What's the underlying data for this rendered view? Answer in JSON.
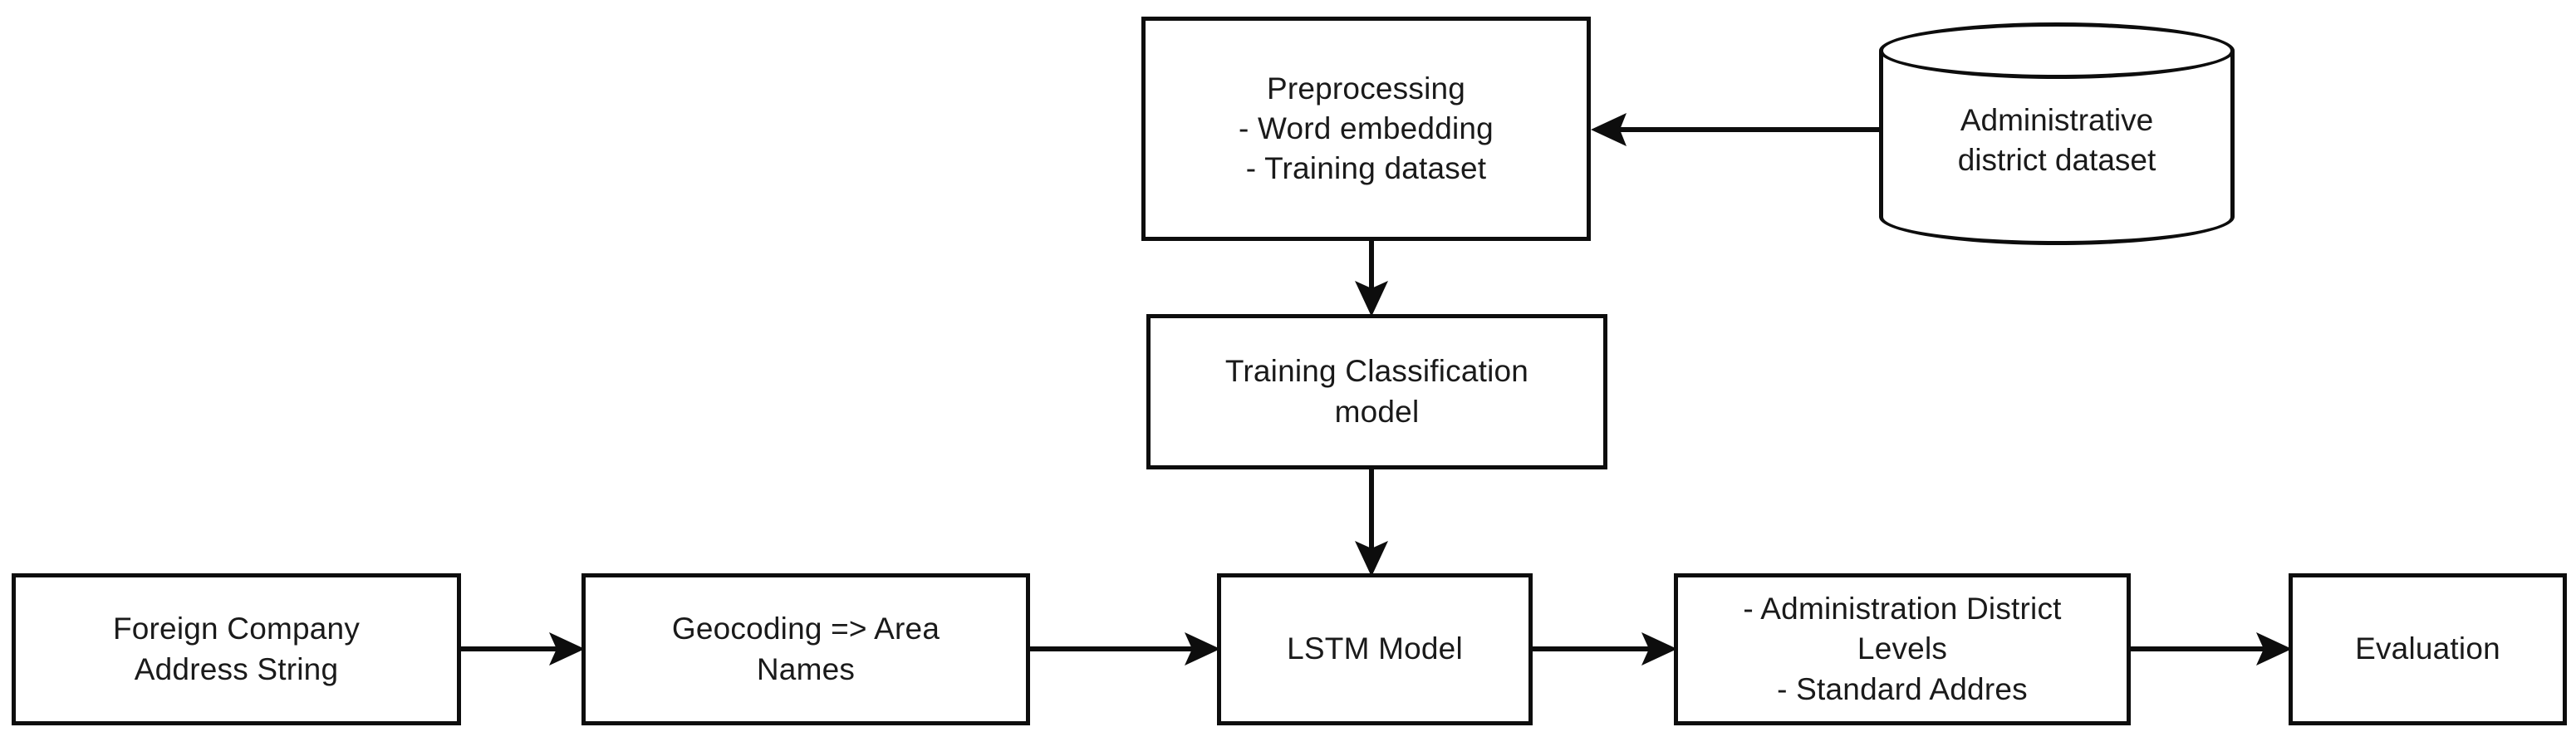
{
  "diagram": {
    "title": "Address standardization pipeline flowchart",
    "stroke_color": "#0d0d0d",
    "fill_color": "#ffffff",
    "text_color": "#1a1a1a",
    "nodes": {
      "preprocessing": {
        "label": "Preprocessing\n- Word embedding\n- Training dataset",
        "shape": "rectangle"
      },
      "admin_district_dataset": {
        "label": "Administrative\ndistrict dataset",
        "shape": "cylinder"
      },
      "training_classification_model": {
        "label": "Training Classification\nmodel",
        "shape": "rectangle"
      },
      "foreign_company_address_string": {
        "label": "Foreign Company\nAddress String",
        "shape": "rectangle"
      },
      "geocoding_area_names": {
        "label": "Geocoding => Area\nNames",
        "shape": "rectangle"
      },
      "lstm_model": {
        "label": "LSTM Model",
        "shape": "rectangle"
      },
      "administration_district_levels": {
        "label": "- Administration District\nLevels\n- Standard Addres",
        "shape": "rectangle"
      },
      "evaluation": {
        "label": "Evaluation",
        "shape": "rectangle"
      }
    },
    "edges": [
      {
        "name": "dataset-to-preprocessing",
        "from": "admin_district_dataset",
        "to": "preprocessing",
        "direction": "left",
        "arrowhead": true
      },
      {
        "name": "preprocessing-to-training-model",
        "from": "preprocessing",
        "to": "training_classification_model",
        "direction": "down",
        "arrowhead": true
      },
      {
        "name": "training-model-to-lstm",
        "from": "training_classification_model",
        "to": "lstm_model",
        "direction": "down",
        "arrowhead": true
      },
      {
        "name": "address-to-geocoding",
        "from": "foreign_company_address_string",
        "to": "geocoding_area_names",
        "direction": "right",
        "arrowhead": true
      },
      {
        "name": "geocoding-to-lstm",
        "from": "geocoding_area_names",
        "to": "lstm_model",
        "direction": "right",
        "arrowhead": true
      },
      {
        "name": "lstm-to-district-levels",
        "from": "lstm_model",
        "to": "administration_district_levels",
        "direction": "right",
        "arrowhead": true
      },
      {
        "name": "district-levels-to-evaluation",
        "from": "administration_district_levels",
        "to": "evaluation",
        "direction": "right",
        "arrowhead": true
      }
    ]
  }
}
